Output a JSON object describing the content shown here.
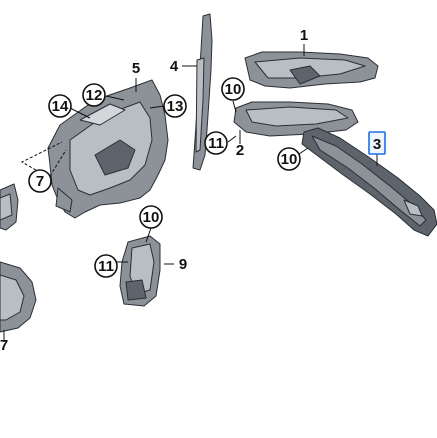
{
  "callouts": {
    "part_1": "1",
    "part_2": "2",
    "part_3": "3",
    "part_4": "4",
    "part_5": "5",
    "part_7": "7",
    "part_9": "9",
    "part_10_upper": "10",
    "part_10_right": "10",
    "part_10_lower": "10",
    "part_11_upper": "11",
    "part_11_lower": "11",
    "part_12": "12",
    "part_13": "13",
    "part_14": "14",
    "part_7_left": "7"
  },
  "highlight": {
    "selected_part": "3",
    "color": "#1d6fe0"
  },
  "colors": {
    "part_dark": "#5e646b",
    "part_mid": "#8c9298",
    "part_light": "#b9bec3"
  }
}
